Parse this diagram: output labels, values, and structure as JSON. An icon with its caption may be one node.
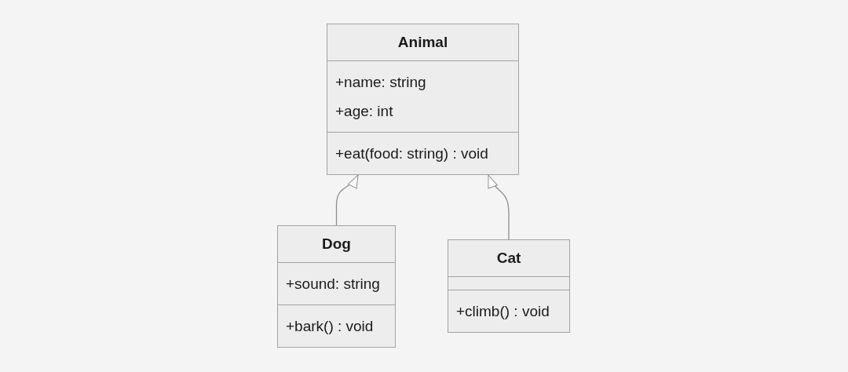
{
  "diagram": {
    "nodes": [
      {
        "text": [
          "Animal"
        ]
      },
      {
        "text": [
          "+name: string",
          "+age: int"
        ],
        "in": 0
      },
      {
        "text": [
          "+eat(food: string) : void"
        ],
        "in": 0
      },
      {
        "text": [
          "Dog"
        ]
      },
      {
        "text": [
          "+sound: string"
        ],
        "in": 3
      },
      {
        "text": [
          "+bark() : void"
        ],
        "in": 3
      },
      {
        "text": [
          "Cat"
        ]
      },
      {
        "text": [],
        "shape": "box",
        "in": 6
      },
      {
        "text": [
          "+climb() : void"
        ],
        "in": 6
      }
    ],
    "edges": [
      {
        "from": 3,
        "to": 0,
        "arrow": "to"
      },
      {
        "from": 6,
        "to": 0,
        "arrow": "to"
      }
    ]
  }
}
